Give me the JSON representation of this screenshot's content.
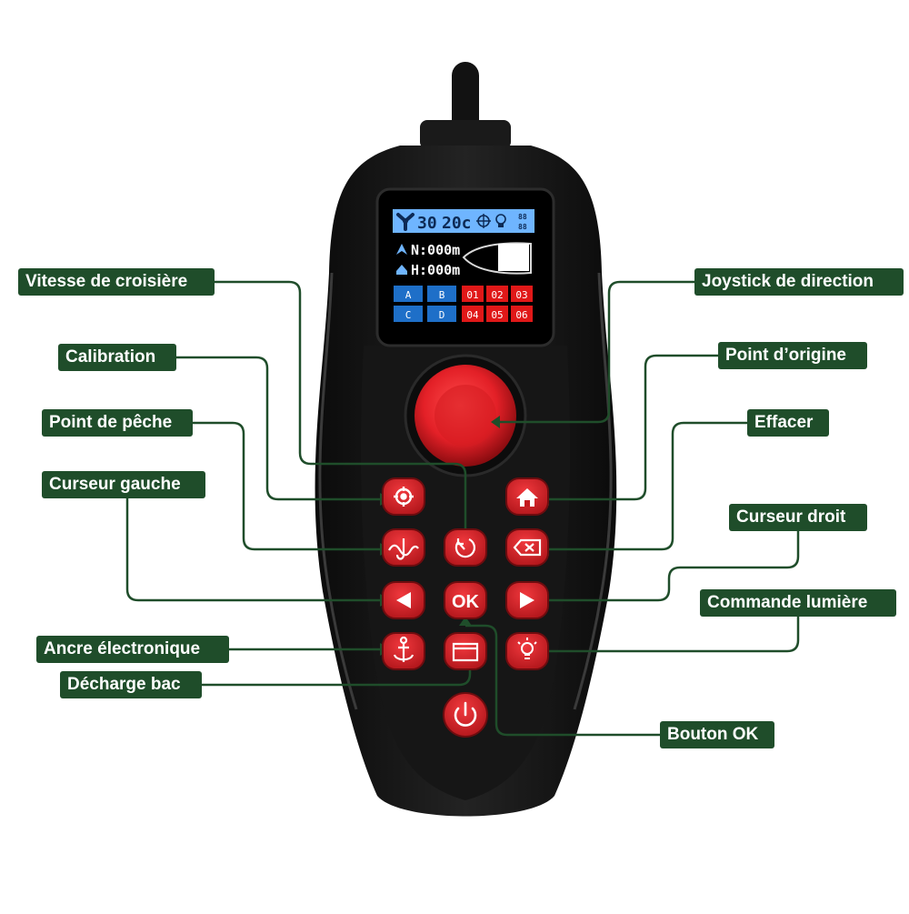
{
  "colors": {
    "label_bg": "#1f4d2a",
    "label_text": "#ffffff",
    "leader_line": "#1f4d2a",
    "device_body": "#141414",
    "button_red": "#d21f24",
    "joystick_red": "#e32027",
    "screen_bg": "#000000",
    "screen_blue": "#6fb5ff",
    "screen_cell_blue": "#1e6fc8",
    "screen_cell_red": "#e01818"
  },
  "labels": {
    "vitesse_croisiere": "Vitesse de croisière",
    "calibration": "Calibration",
    "point_peche": "Point de pêche",
    "curseur_gauche": "Curseur gauche",
    "ancre": "Ancre électronique",
    "decharge_bac": "Décharge bac",
    "joystick": "Joystick de direction",
    "point_origine": "Point d’origine",
    "effacer": "Effacer",
    "curseur_droit": "Curseur droit",
    "commande_lumiere": "Commande lumière",
    "bouton_ok": "Bouton OK"
  },
  "screen": {
    "speed": "30",
    "temp": "20c",
    "gauge_top": "88",
    "gauge_bottom": "88",
    "row1": "N:000m",
    "row2": "H:000m",
    "cells_blue": [
      "A",
      "B",
      "C",
      "D"
    ],
    "cells_red": [
      "01",
      "02",
      "03",
      "04",
      "05",
      "06"
    ]
  },
  "buttons": {
    "ok": "OK"
  },
  "icons": {
    "calibration": "crosshair-icon",
    "home": "home-icon",
    "fishing_point": "fishing-hook-icon",
    "cruise": "speed-dial-icon",
    "delete": "backspace-icon",
    "left": "triangle-left-icon",
    "right": "triangle-right-icon",
    "anchor": "anchor-icon",
    "bait_tray": "tray-icon",
    "light": "light-bulb-icon",
    "power": "power-icon"
  }
}
